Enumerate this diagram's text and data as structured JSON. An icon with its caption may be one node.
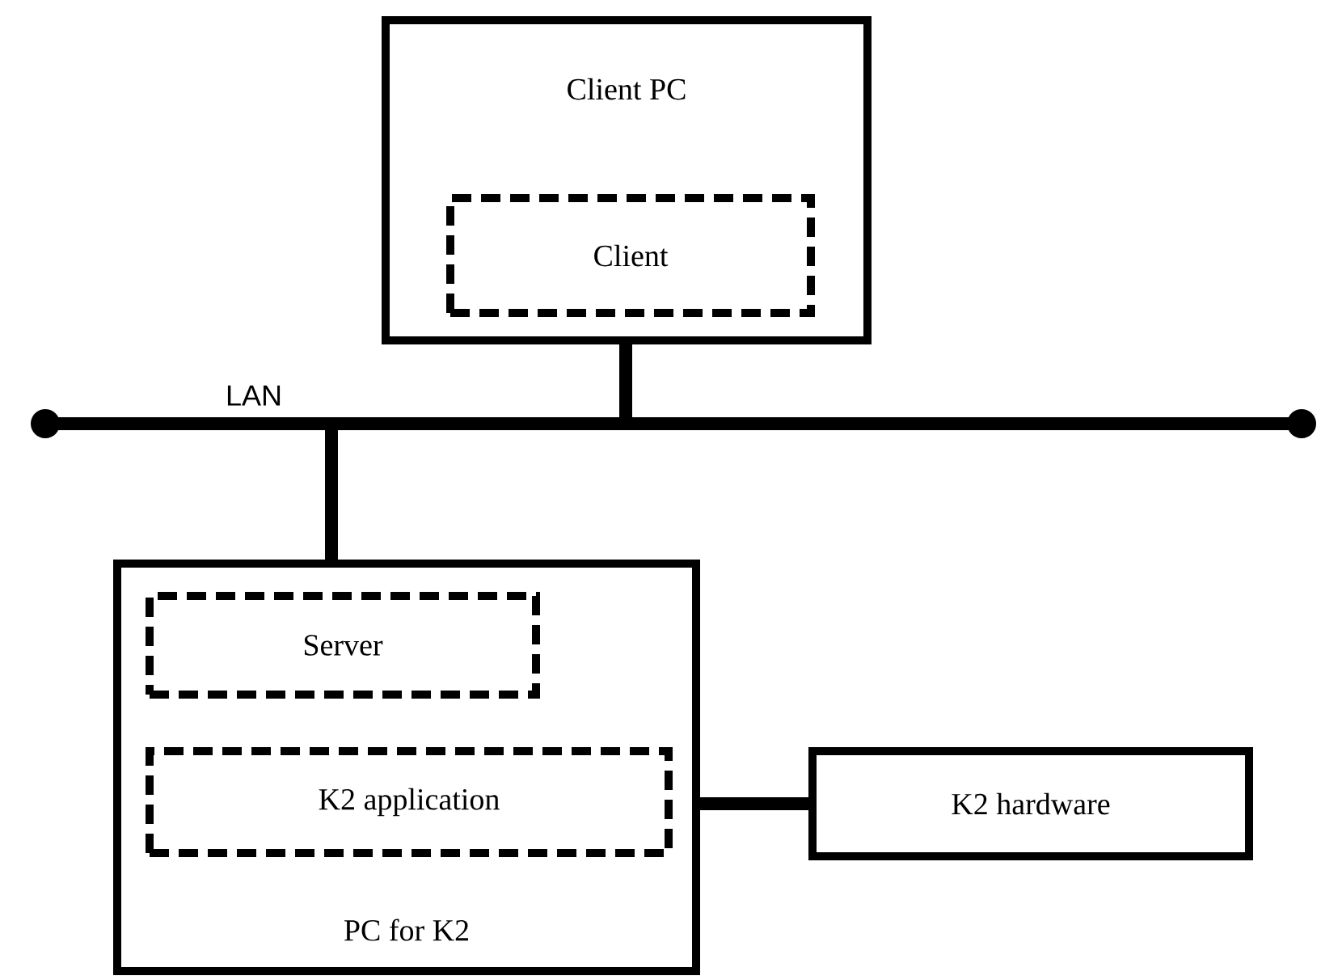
{
  "diagram": {
    "nodes": [
      {
        "text": [
          "Client PC"
        ]
      },
      {
        "text": [
          "Client"
        ],
        "in": 0
      },
      {
        "text": [
          "LAN"
        ]
      },
      {
        "text": [
          "PC for K2"
        ]
      },
      {
        "text": [
          "Server"
        ],
        "in": 3
      },
      {
        "text": [
          "K2 application"
        ],
        "in": 3
      },
      {
        "text": [
          "K2 hardware"
        ]
      }
    ],
    "edges": [
      {
        "from": 0,
        "to": 2,
        "arrow": "none"
      },
      {
        "from": 3,
        "to": 2,
        "arrow": "none"
      },
      {
        "from": 3,
        "to": 6,
        "arrow": "none"
      }
    ]
  }
}
